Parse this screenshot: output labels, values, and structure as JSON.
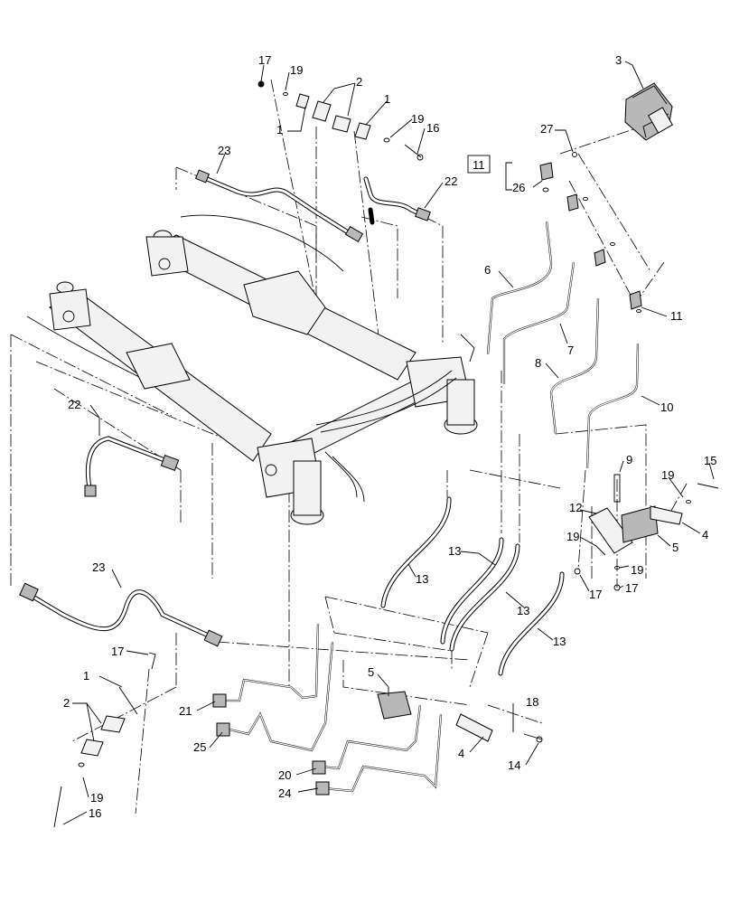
{
  "diagram": {
    "callouts": {
      "c_17_top": "17",
      "c_19_top": "19",
      "c_2_top": "2",
      "c_1_top_left": "1",
      "c_1_top_right": "1",
      "c_19_top_right": "19",
      "c_16_top": "16",
      "c_3": "3",
      "c_27": "27",
      "c_11_box": "11",
      "c_26": "26",
      "c_23_top": "23",
      "c_22_top": "22",
      "c_6": "6",
      "c_7": "7",
      "c_11_right": "11",
      "c_8": "8",
      "c_10": "10",
      "c_22_left": "22",
      "c_9": "9",
      "c_19_mid": "19",
      "c_15": "15",
      "c_12": "12",
      "c_4_right": "4",
      "c_5_right": "5",
      "c_19_mid2": "19",
      "c_19_mid3": "19",
      "c_17_mid": "17",
      "c_17_mid2": "17",
      "c_13_a": "13",
      "c_13_b": "13",
      "c_13_c": "13",
      "c_13_d": "13",
      "c_23_bottom": "23",
      "c_17_bottom": "17",
      "c_1_bottom": "1",
      "c_2_bottom": "2",
      "c_19_bottom": "19",
      "c_16_bottom": "16",
      "c_21": "21",
      "c_25": "25",
      "c_5_bottom": "5",
      "c_18": "18",
      "c_4_bottom": "4",
      "c_14": "14",
      "c_20": "20",
      "c_24": "24"
    },
    "colors": {
      "line": "#000000",
      "background": "#ffffff",
      "shade": "#b8b8b8"
    }
  }
}
